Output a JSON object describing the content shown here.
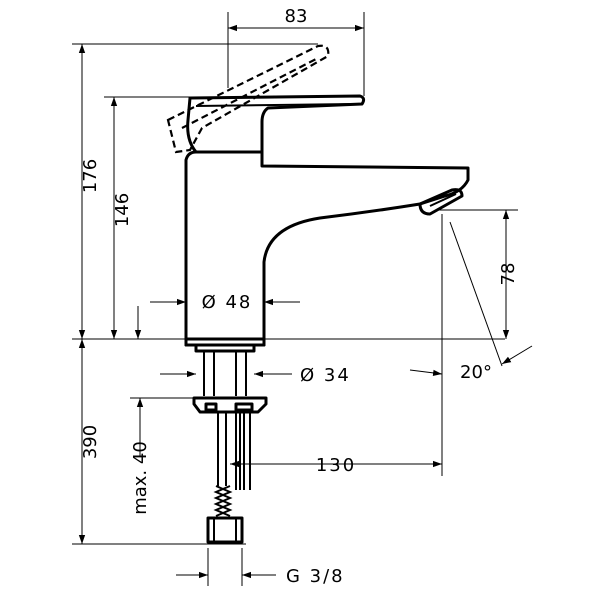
{
  "dimensions": {
    "top_width": "83",
    "overall_height": "176",
    "spout_height": "146",
    "outlet_height": "78",
    "body_diameter": "Ø 48",
    "shank_diameter": "Ø 34",
    "outlet_angle": "20°",
    "shank_length": "390",
    "counter_thickness": "max. 40",
    "projection": "130",
    "thread": "G 3/8"
  }
}
